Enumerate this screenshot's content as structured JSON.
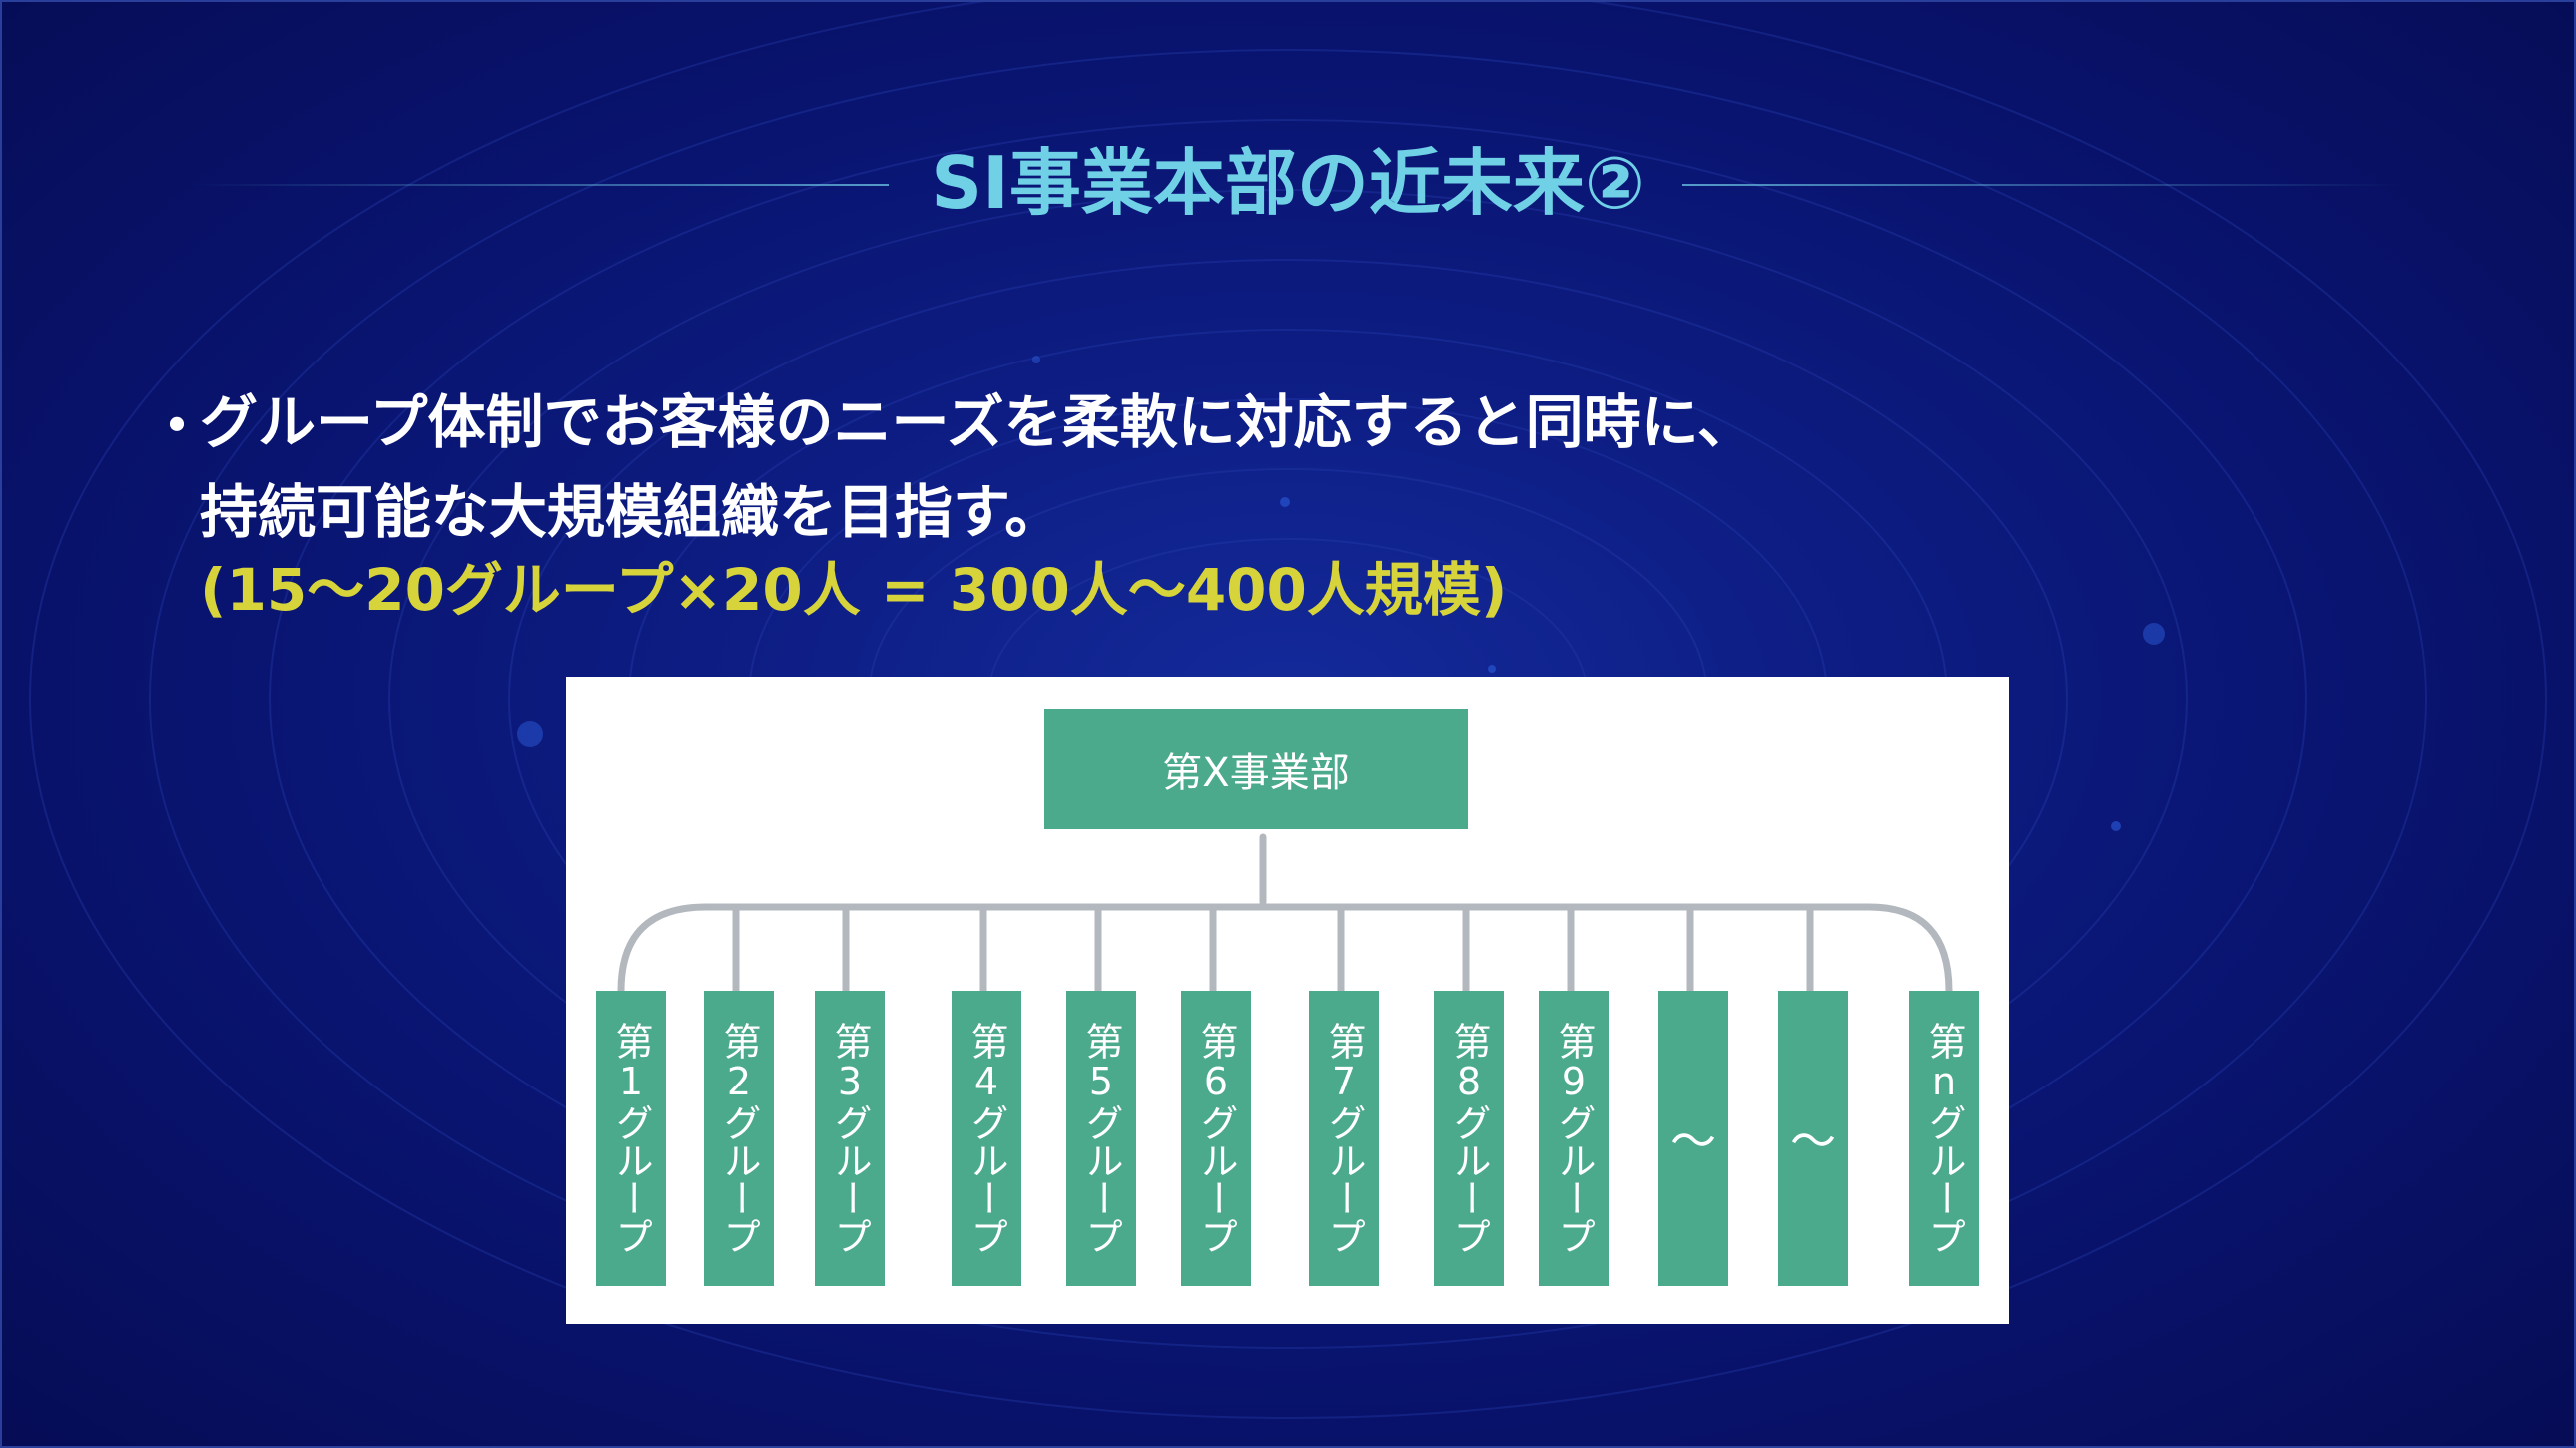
{
  "slide": {
    "title": "SI事業本部の近未来②",
    "bullet_mark": "・",
    "line1": "グループ体制でお客様のニーズを柔軟に対応すると同時に、",
    "line2": "持続可能な大規模組織を目指す。",
    "line3": "(15〜20グループ×20人 = 300人〜400人規模)"
  },
  "diagram": {
    "top_label": "第X事業部",
    "groups": [
      {
        "label": "第1グループ"
      },
      {
        "label": "第2グループ"
      },
      {
        "label": "第3グループ"
      },
      {
        "label": "第4グループ"
      },
      {
        "label": "第5グループ"
      },
      {
        "label": "第6グループ"
      },
      {
        "label": "第7グループ"
      },
      {
        "label": "第8グループ"
      },
      {
        "label": "第9グループ"
      },
      {
        "label": "〜"
      },
      {
        "label": "〜"
      },
      {
        "label": "第nグループ"
      }
    ]
  },
  "colors": {
    "box": "#4caa8c",
    "title": "#6fd0e6",
    "highlight": "#d6d43a",
    "connector": "#b3b8be"
  }
}
